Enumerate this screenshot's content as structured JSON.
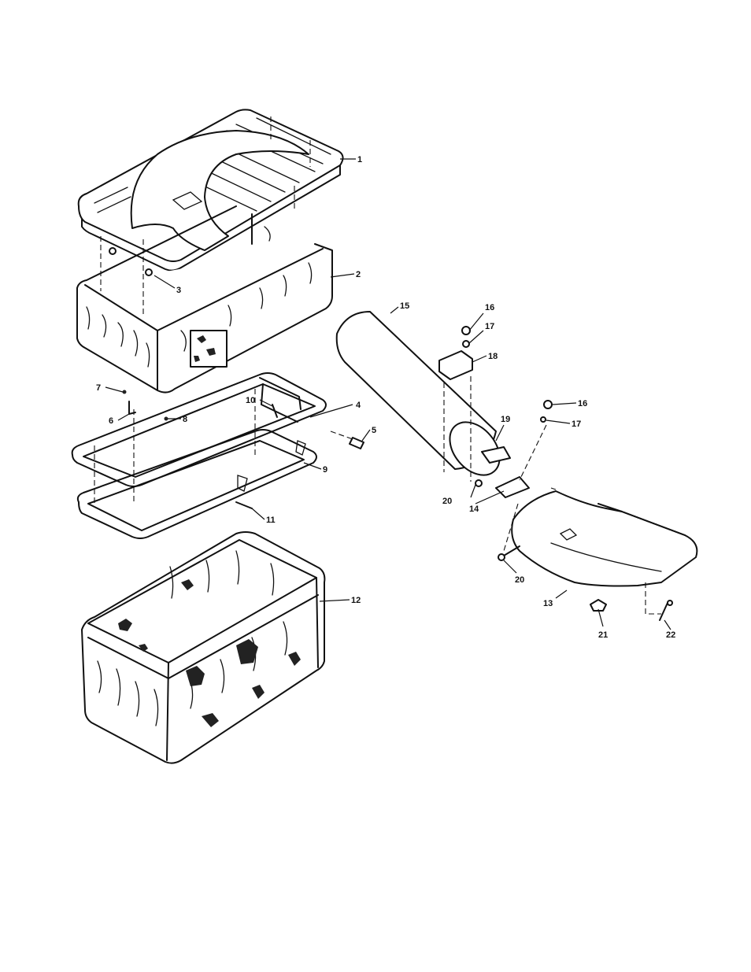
{
  "callouts": [
    "1",
    "2",
    "3",
    "4",
    "5",
    "6",
    "7",
    "8",
    "9",
    "10",
    "11",
    "12",
    "13",
    "14",
    "15",
    "16",
    "17",
    "18",
    "19",
    "20",
    "20",
    "16",
    "17",
    "21",
    "22"
  ]
}
